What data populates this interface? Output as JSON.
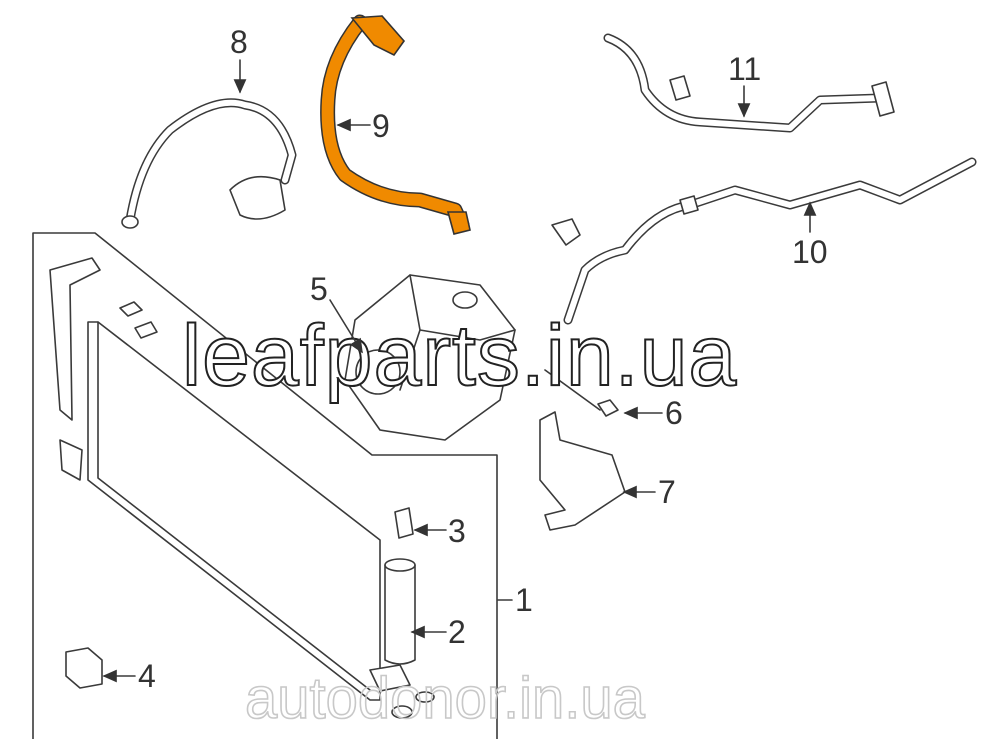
{
  "diagram": {
    "highlight_color": "#F08A00",
    "highlighted_part": "9",
    "callouts": [
      {
        "id": "1",
        "label": "1"
      },
      {
        "id": "2",
        "label": "2"
      },
      {
        "id": "3",
        "label": "3"
      },
      {
        "id": "4",
        "label": "4"
      },
      {
        "id": "5",
        "label": "5"
      },
      {
        "id": "6",
        "label": "6"
      },
      {
        "id": "7",
        "label": "7"
      },
      {
        "id": "8",
        "label": "8"
      },
      {
        "id": "9",
        "label": "9"
      },
      {
        "id": "10",
        "label": "10"
      },
      {
        "id": "11",
        "label": "11"
      }
    ]
  },
  "watermarks": {
    "primary": "leafparts.in.ua",
    "secondary": "autodonor.in.ua"
  }
}
